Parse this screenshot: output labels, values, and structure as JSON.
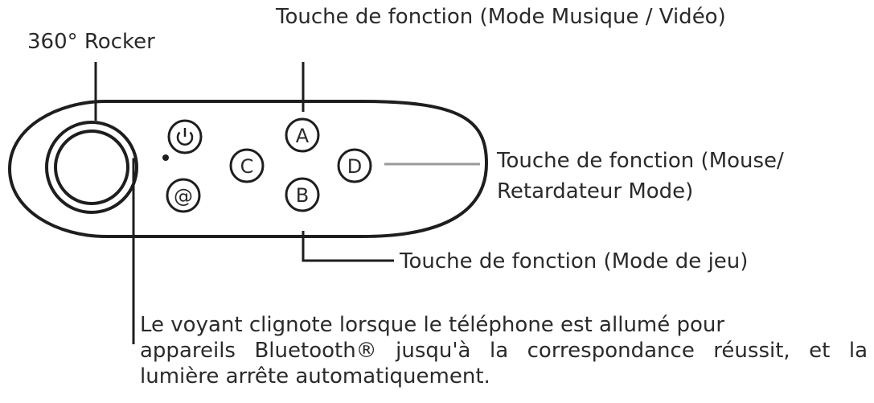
{
  "labels": {
    "rocker": "360° Rocker",
    "top_function": "Touche de fonction (Mode Musique / Vidéo)",
    "right_function_line1": "Touche de fonction (Mouse/",
    "right_function_line2": "Retardateur Mode)",
    "bottom_function": "Touche de fonction (Mode de jeu)"
  },
  "note": {
    "line1": "Le voyant clignote lorsque le téléphone est allumé pour",
    "line2": "appareils Bluetooth® jusqu'à la correspondance réussit, et la",
    "line3": "lumière arrête automatiquement."
  },
  "buttons": {
    "a": "A",
    "b": "B",
    "c": "C",
    "d": "D",
    "at": "@"
  },
  "colors": {
    "stroke": "#1e1e1e",
    "leader_right": "#9a9a9a",
    "text": "#2a2a2a"
  },
  "icons": {
    "power": "power-icon",
    "joystick": "joystick-icon",
    "indicator": "indicator-light"
  }
}
